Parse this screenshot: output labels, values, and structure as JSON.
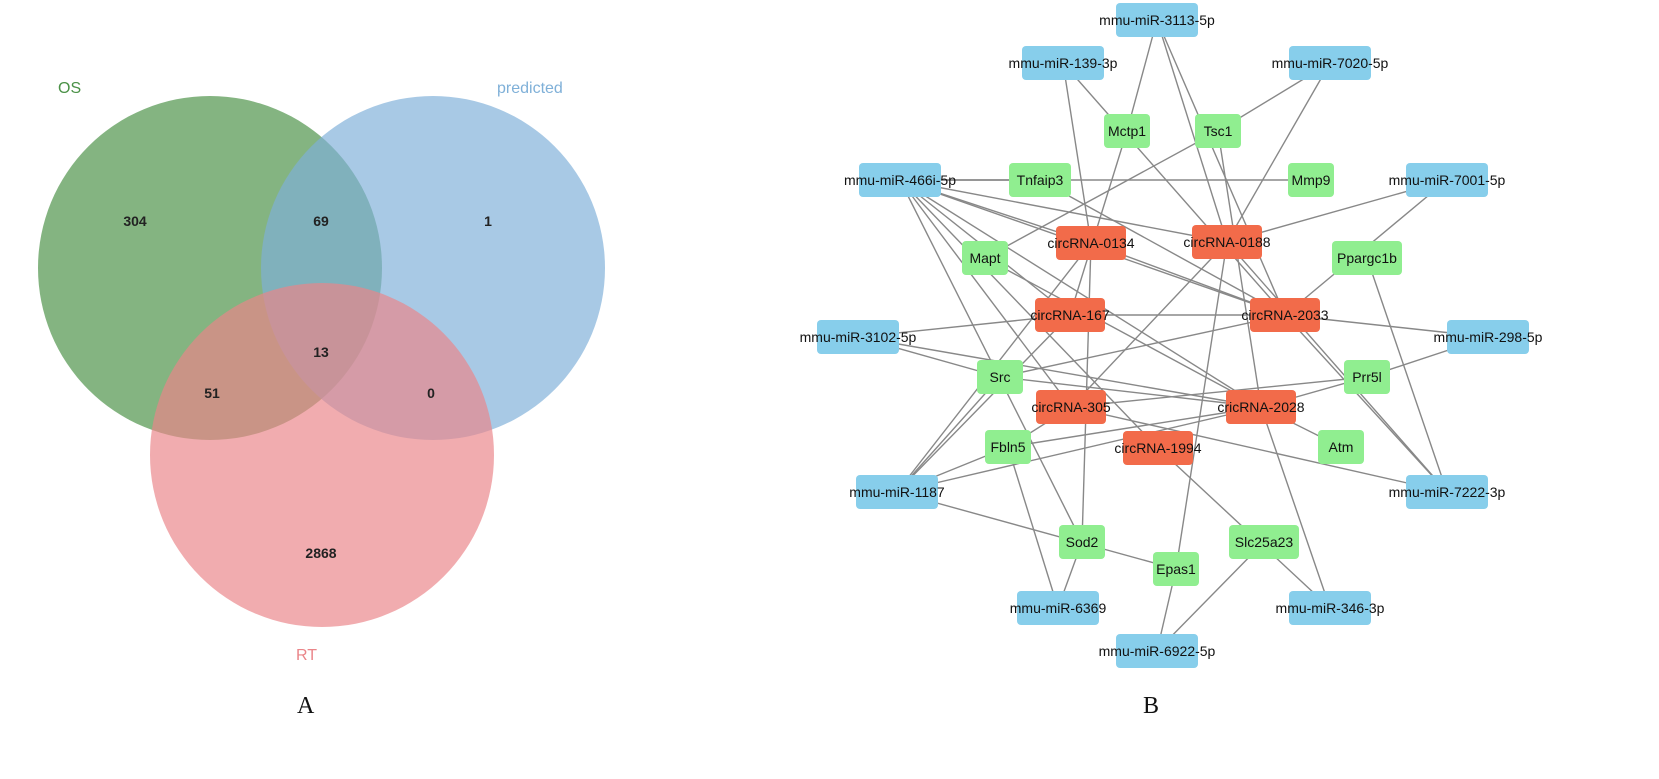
{
  "panel_a": {
    "label": "A",
    "sets": [
      {
        "name": "OS",
        "color": "#4a9146"
      },
      {
        "name": "predicted",
        "color": "#7fb0d8"
      },
      {
        "name": "RT",
        "color": "#ea8589"
      }
    ],
    "regions": {
      "os_only": "304",
      "os_predicted": "69",
      "predicted_only": "1",
      "all_three": "13",
      "os_rt": "51",
      "predicted_rt": "0",
      "rt_only": "2868"
    }
  },
  "panel_b": {
    "label": "B",
    "colors": {
      "mirna": "#87ceeb",
      "gene": "#90ee90",
      "circrna": "#f26b4a",
      "edge": "#888888"
    },
    "nodes": [
      {
        "id": "m3113",
        "label": "mmu-miR-3113-5p",
        "type": "mirna"
      },
      {
        "id": "m139",
        "label": "mmu-miR-139-3p",
        "type": "mirna"
      },
      {
        "id": "m7020",
        "label": "mmu-miR-7020-5p",
        "type": "mirna"
      },
      {
        "id": "m466",
        "label": "mmu-miR-466i-5p",
        "type": "mirna"
      },
      {
        "id": "m7001",
        "label": "mmu-miR-7001-5p",
        "type": "mirna"
      },
      {
        "id": "m3102",
        "label": "mmu-miR-3102-5p",
        "type": "mirna"
      },
      {
        "id": "m298",
        "label": "mmu-miR-298-5p",
        "type": "mirna"
      },
      {
        "id": "m1187",
        "label": "mmu-miR-1187",
        "type": "mirna"
      },
      {
        "id": "m7222",
        "label": "mmu-miR-7222-3p",
        "type": "mirna"
      },
      {
        "id": "m6369",
        "label": "mmu-miR-6369",
        "type": "mirna"
      },
      {
        "id": "m346",
        "label": "mmu-miR-346-3p",
        "type": "mirna"
      },
      {
        "id": "m6922",
        "label": "mmu-miR-6922-5p",
        "type": "mirna"
      },
      {
        "id": "Mctp1",
        "label": "Mctp1",
        "type": "gene"
      },
      {
        "id": "Tsc1",
        "label": "Tsc1",
        "type": "gene"
      },
      {
        "id": "Tnfaip3",
        "label": "Tnfaip3",
        "type": "gene"
      },
      {
        "id": "Mmp9",
        "label": "Mmp9",
        "type": "gene"
      },
      {
        "id": "Mapt",
        "label": "Mapt",
        "type": "gene"
      },
      {
        "id": "Ppargc1b",
        "label": "Ppargc1b",
        "type": "gene"
      },
      {
        "id": "Src",
        "label": "Src",
        "type": "gene"
      },
      {
        "id": "Prr5l",
        "label": "Prr5l",
        "type": "gene"
      },
      {
        "id": "Fbln5",
        "label": "Fbln5",
        "type": "gene"
      },
      {
        "id": "Atm",
        "label": "Atm",
        "type": "gene"
      },
      {
        "id": "Sod2",
        "label": "Sod2",
        "type": "gene"
      },
      {
        "id": "Epas1",
        "label": "Epas1",
        "type": "gene"
      },
      {
        "id": "Slc25a23",
        "label": "Slc25a23",
        "type": "gene"
      },
      {
        "id": "c0134",
        "label": "circRNA-0134",
        "type": "circrna"
      },
      {
        "id": "c0188",
        "label": "circRNA-0188",
        "type": "circrna"
      },
      {
        "id": "c167",
        "label": "circRNA-167",
        "type": "circrna"
      },
      {
        "id": "c2033",
        "label": "circRNA-2033",
        "type": "circrna"
      },
      {
        "id": "c305",
        "label": "circRNA-305",
        "type": "circrna"
      },
      {
        "id": "c2028",
        "label": "cricRNA-2028",
        "type": "circrna"
      },
      {
        "id": "c1994",
        "label": "circRNA-1994",
        "type": "circrna"
      }
    ],
    "edges": [
      [
        "m3113",
        "Mctp1"
      ],
      [
        "m3113",
        "c0188"
      ],
      [
        "m3113",
        "c2033"
      ],
      [
        "m139",
        "c0134"
      ],
      [
        "m139",
        "c2033"
      ],
      [
        "m7020",
        "Tsc1"
      ],
      [
        "m7020",
        "c0188"
      ],
      [
        "m466",
        "Tnfaip3"
      ],
      [
        "m466",
        "Mmp9"
      ],
      [
        "m466",
        "c0134"
      ],
      [
        "m466",
        "c0188"
      ],
      [
        "m466",
        "c2033"
      ],
      [
        "m466",
        "c2028"
      ],
      [
        "m466",
        "c167"
      ],
      [
        "m466",
        "c305"
      ],
      [
        "m466",
        "Sod2"
      ],
      [
        "m466",
        "c1994"
      ],
      [
        "m7001",
        "c0188"
      ],
      [
        "m7001",
        "c2033"
      ],
      [
        "m3102",
        "c167"
      ],
      [
        "m3102",
        "Src"
      ],
      [
        "m3102",
        "c2028"
      ],
      [
        "m298",
        "c2033"
      ],
      [
        "m298",
        "Prr5l"
      ],
      [
        "m1187",
        "Fbln5"
      ],
      [
        "m1187",
        "c167"
      ],
      [
        "m1187",
        "c0134"
      ],
      [
        "m1187",
        "c2028"
      ],
      [
        "m1187",
        "Epas1"
      ],
      [
        "m1187",
        "Src"
      ],
      [
        "m7222",
        "c2033"
      ],
      [
        "m7222",
        "c0188"
      ],
      [
        "m7222",
        "Ppargc1b"
      ],
      [
        "m7222",
        "c305"
      ],
      [
        "m6369",
        "Fbln5"
      ],
      [
        "m6369",
        "Sod2"
      ],
      [
        "m346",
        "c1994"
      ],
      [
        "m346",
        "c2028"
      ],
      [
        "m6922",
        "Epas1"
      ],
      [
        "m6922",
        "Slc25a23"
      ],
      [
        "Epas1",
        "c0188"
      ],
      [
        "Mctp1",
        "c167"
      ],
      [
        "Tsc1",
        "Mapt"
      ],
      [
        "Tsc1",
        "c2028"
      ],
      [
        "Tnfaip3",
        "c2033"
      ],
      [
        "Mapt",
        "c2028"
      ],
      [
        "Src",
        "c2033"
      ],
      [
        "Src",
        "c2028"
      ],
      [
        "Prr5l",
        "c305"
      ],
      [
        "Prr5l",
        "c2028"
      ],
      [
        "Fbln5",
        "c2028"
      ],
      [
        "Fbln5",
        "c305"
      ],
      [
        "Atm",
        "c2028"
      ],
      [
        "Sod2",
        "c0134"
      ],
      [
        "c0134",
        "c2033"
      ],
      [
        "c0188",
        "c305"
      ],
      [
        "c167",
        "c2033"
      ]
    ]
  }
}
